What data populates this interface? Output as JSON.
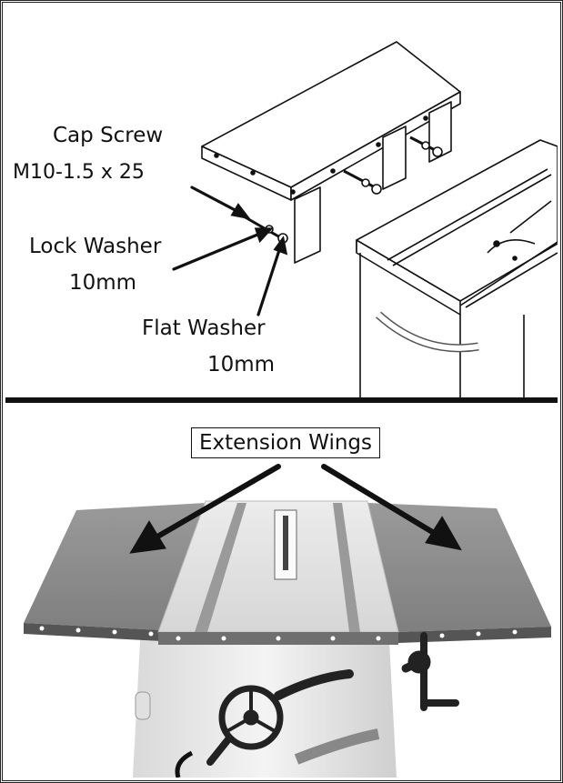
{
  "top_panel": {
    "cap_screw_title": "Cap Screw",
    "cap_screw_spec": "M10-1.5 x 25",
    "lock_washer_title": "Lock Washer",
    "lock_washer_size": "10mm",
    "flat_washer_title": "Flat Washer",
    "flat_washer_size": "10mm"
  },
  "bottom_panel": {
    "extension_wings_label": "Extension Wings"
  },
  "colors": {
    "line": "#111111",
    "wing_gray": "#8c8c8c",
    "table_light": "#e6e6e6",
    "cabinet": "#f2f2f2"
  }
}
